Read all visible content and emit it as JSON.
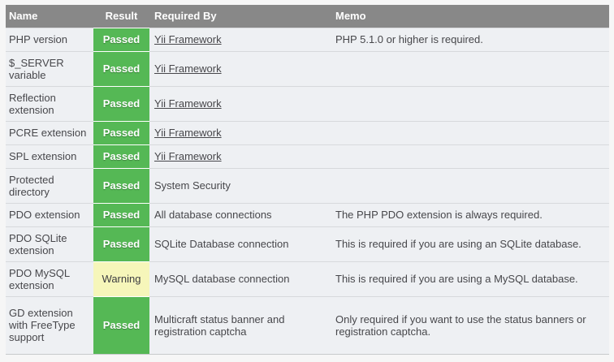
{
  "colors": {
    "page_background": "#f6f6f6",
    "row_background": "#eef0f3",
    "header_background": "#888888",
    "passed_background": "#55b855",
    "warning_background": "#f6f6ba",
    "row_separator": "#d7d9dc"
  },
  "table": {
    "headers": {
      "name": "Name",
      "result": "Result",
      "required_by": "Required By",
      "memo": "Memo"
    },
    "rows": [
      {
        "name": "PHP version",
        "result": "Passed",
        "required_by": "Yii Framework",
        "required_by_is_link": true,
        "memo": "PHP 5.1.0 or higher is required."
      },
      {
        "name": "$_SERVER variable",
        "result": "Passed",
        "required_by": "Yii Framework",
        "required_by_is_link": true,
        "memo": ""
      },
      {
        "name": "Reflection extension",
        "result": "Passed",
        "required_by": "Yii Framework",
        "required_by_is_link": true,
        "memo": ""
      },
      {
        "name": "PCRE extension",
        "result": "Passed",
        "required_by": "Yii Framework",
        "required_by_is_link": true,
        "memo": ""
      },
      {
        "name": "SPL extension",
        "result": "Passed",
        "required_by": "Yii Framework",
        "required_by_is_link": true,
        "memo": ""
      },
      {
        "name": "Protected directory",
        "result": "Passed",
        "required_by": "System Security",
        "required_by_is_link": false,
        "memo": ""
      },
      {
        "name": "PDO extension",
        "result": "Passed",
        "required_by": "All database connections",
        "required_by_is_link": false,
        "memo": "The PHP PDO extension is always required."
      },
      {
        "name": "PDO SQLite extension",
        "result": "Passed",
        "required_by": "SQLite Database connection",
        "required_by_is_link": false,
        "memo": "This is required if you are using an SQLite database."
      },
      {
        "name": "PDO MySQL extension",
        "result": "Warning",
        "required_by": "MySQL database connection",
        "required_by_is_link": false,
        "memo": "This is required if you are using a MySQL database."
      },
      {
        "name": "GD extension with FreeType support",
        "result": "Passed",
        "required_by": "Multicraft status banner and registration captcha",
        "required_by_is_link": false,
        "memo": "Only required if you want to use the status banners or registration captcha."
      }
    ]
  }
}
